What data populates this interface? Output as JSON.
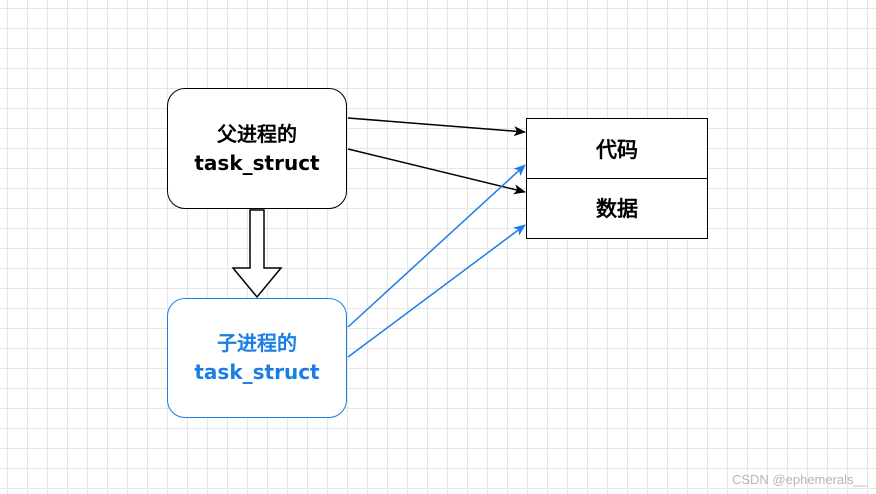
{
  "parent_process": {
    "line1": "父进程的",
    "line2": "task_struct"
  },
  "child_process": {
    "line1": "子进程的",
    "line2": "task_struct"
  },
  "memory": {
    "code_label": "代码",
    "data_label": "数据"
  },
  "watermark": "CSDN @ephemerals__",
  "colors": {
    "parent": "#000000",
    "child": "#1a7ee6",
    "grid": "#e6e6e6"
  }
}
